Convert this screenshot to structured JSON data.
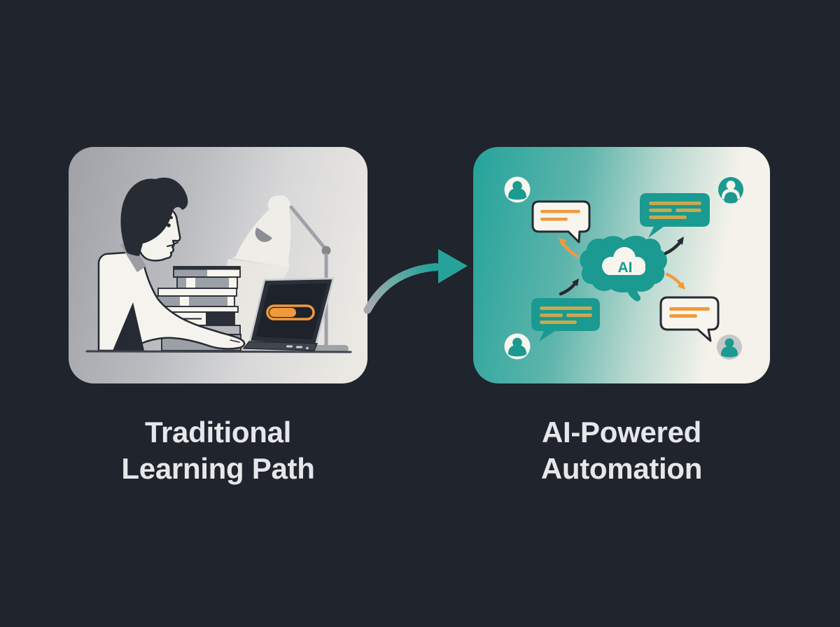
{
  "colors": {
    "background": "#20242c",
    "caption_text": "#e5e7ea",
    "teal": "#1a9a91",
    "orange": "#f09a3e",
    "gold": "#c9a850",
    "ink": "#262a32",
    "paper": "#f7f5ee",
    "screen_dark": "#1e222a",
    "bezel": "#2b2f37",
    "laptop_base": "#41464e",
    "gray_arm": "#9fa2a7",
    "avatar_gray": "#c6c7c9",
    "arrow_gray": "#a6a8ad",
    "hair": "#272b33",
    "desk_line": "#3f434b",
    "book_gray_1": "#9ba0a7",
    "book_gray_2": "#b4b7bb",
    "book_gray_3": "#9aa0a6",
    "book_dark": "#2b2f37",
    "lamp_body": "#efede7",
    "lamp_slit": "#8b8e93",
    "beam": "#ecebe5",
    "skin": "#f5f3ed",
    "left_panel_start": "#9fa1a7",
    "left_panel_end": "#eae8e3",
    "right_panel_start": "#24a39a",
    "right_panel_end": "#f4f2ea"
  },
  "left_card": {
    "caption_line1": "Traditional",
    "caption_line2": "Learning Path"
  },
  "right_card": {
    "caption_line1": "AI-Powered",
    "caption_line2": "Automation",
    "ai_label": "AI"
  }
}
